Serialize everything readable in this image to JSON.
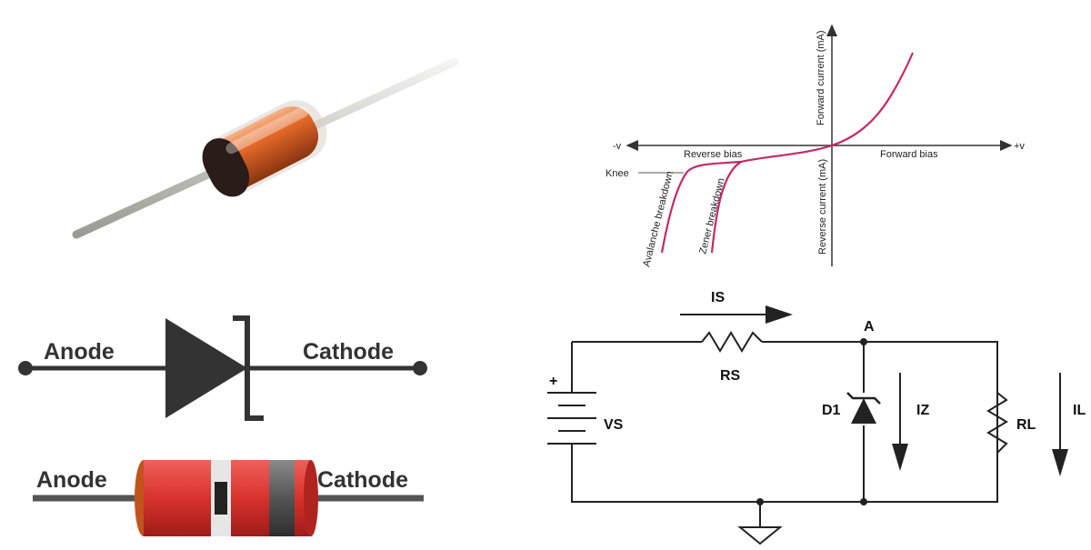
{
  "graph": {
    "neg_v": "-v",
    "pos_v": "+v",
    "reverse_bias": "Reverse bias",
    "forward_bias": "Forward bias",
    "knee": "Knee",
    "forward_current": "Forward current (mA)",
    "reverse_current": "Reverse current  (mA)",
    "avalanche": "Avalanche breakdown",
    "zener": "Zener breakdown",
    "curve_color": "#c4286a"
  },
  "symbol": {
    "anode": "Anode",
    "cathode": "Cathode"
  },
  "package": {
    "anode": "Anode",
    "cathode": "Cathode",
    "body_color": "#d8322c",
    "band_color": "#2b2b2b"
  },
  "circuit": {
    "is": "IS",
    "rs": "RS",
    "a": "A",
    "vs": "VS",
    "plus": "+",
    "d1": "D1",
    "iz": "IZ",
    "rl": "RL",
    "il": "IL"
  }
}
